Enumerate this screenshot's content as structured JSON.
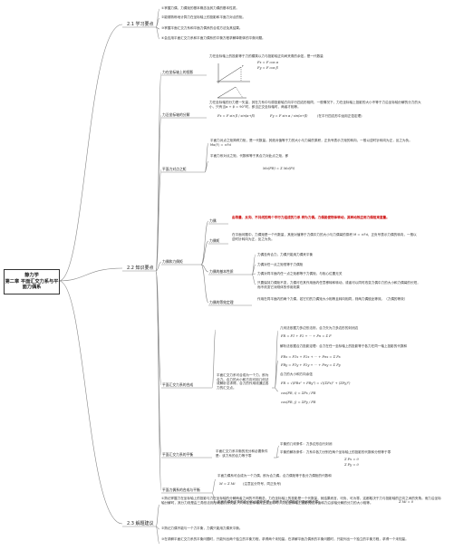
{
  "root": {
    "title": "静力学",
    "subtitle": "第二章 平面汇交力系与平面力偶系"
  },
  "sections": [
    {
      "label": "2.1 学习要点"
    },
    {
      "label": "2.2 知识要点"
    },
    {
      "label": "2.3 解题建议"
    }
  ],
  "study_points": [
    "①掌握力偶、力偶矩的基本概念及其力偶的基本性质。",
    "②能够熟练地计算力在坐标轴上的投影和平面力对点的矩。",
    "③掌握平面汇交力系和平面力偶系的合成方法及其结果。",
    "④会应用平面汇交力系和平面力偶系的平衡方程求解单刚体的平衡问题。"
  ],
  "knowledge": {
    "proj_label": "力在坐标轴上的投影",
    "proj_text": "力在坐标轴上的投影等于力的模乘以力与投影轴正向间夹角的余弦，是一代数量",
    "proj_formula1": "Fx = F cos α",
    "proj_formula2": "Fy = F cos β",
    "decomp_label": "力沿坐标轴的分解",
    "decomp_text": "力在坐标轴的分力是一矢量，其在力系中与原投影轴方向平行四边形相同，一般情况下，力在坐标轴上投影的大小不等于力沿坐标轴分解的分力的大小，只有当α + β = 90°时，即当正交坐标轴时，两者才相等。",
    "decomp_formula1": "Fx = F sin β / sin(α+β)",
    "decomp_formula2": "Fy = F sin α / sin(α+β)",
    "decomp_note": "(在平行四边形中运用正弦定理)",
    "moment_label": "平面力对点之矩",
    "moment_text1": "平面力对点之矩简称力矩，是一代数量。其绝对值等于力的大小与力臂的乘积，正负号表示力矩的转向，一般以逆时针转向为正，反之为负。Mo(F) = ±Fd",
    "moment_text2": "平面力系对点之矩，代数和等于其合力对此点之矩，即",
    "moment_formula": "Mo(FR) = Σ Mo(Fi)",
    "couple_label": "力偶和力偶矩",
    "couple_def_label": "力偶",
    "couple_def_text": "由等量、反向、不共线的两个平行力组成的力系 称为力偶。力偶能使物体转动，其转动效应用力偶矩来度量。",
    "couple_moment_label": "力偶矩",
    "couple_moment_text": "在平面问题中，力偶矩是一个代数量，其绝对值等于力偶中力的大小与力偶臂的乘积 M = ±Fd，正负号表示力偶的转向，一般以逆时针转向为正，反之为负。",
    "couple_props_label": "力偶的基本性质",
    "couple_props": [
      "力偶没有合力，力偶只能用力偶来平衡",
      "力偶对任一点之矩恒等于力偶矩",
      "力偶对同平面内任一点之矩都等于力偶矩，与矩心位置无关",
      "只要保持力偶矩不变，力偶可在其作用面内任意移转和转动，或者可以同时改变力偶中力的大小和力偶臂的长短，而不改变它对刚体的作用效果"
    ],
    "equiv_label": "力偶的等效定理",
    "equiv_text": "作用在同平面内的两个力偶，若它们的力偶矩大小相等且转向相同，则两力偶彼此等效。（力偶的等效）",
    "concurrent_label": "平面汇交力系的合成",
    "concurrent_text": "平面汇交力系可合成为一个力，即为合力。合力的大小和方向可用几何法或解析法求得，合力的作用线通过各力的汇交点。",
    "geo_method": "几何法依据力多边形法则，合力矢为力多边形的封闭边",
    "geo_formula": "FR = F1 + F2 + ··· + Fn = Σ F",
    "proj_theorem": "解析法依据合力投影定理：合力在任一坐标轴上的投影等于各力在同一轴上投影的代数和",
    "proj_theorem_f1": "FRx = F1x + F2x + ··· + Fnx = Σ Fx",
    "proj_theorem_f2": "FRy = F1y + F2y + ··· + Fny = Σ Fy",
    "resultant_note": "合力的大小和方向余弦",
    "resultant_f": "FR = √(FRx² + FRy²) = √((ΣFx)² + (ΣFy)²)",
    "cos_f1": "cos(FR, i) = ΣFx / FR",
    "cos_f2": "cos(FR, j) = ΣFy / FR",
    "equilibrium_label": "平面汇交力系的平衡",
    "equilibrium_text": "平面汇交力系平衡的充分和必要条件是：该力系的合力等于零",
    "equilibrium_geo": "平衡的几何条件：力多边形自行封闭",
    "equilibrium_ana": "平衡的解析条件：力系中各力分别在两个坐标轴上的投影的代数和分别等于零",
    "equilibrium_f1": "Σ Fx = 0",
    "equilibrium_f2": "Σ Fy = 0",
    "couple_sys_label": "平面力偶系的合成与平衡",
    "couple_comp_text": "平面力偶系可合成为一个力偶，即为合力偶。合力偶矩等于各分力偶矩的代数和",
    "couple_comp_f": "M = Σ Mi",
    "couple_comp_note": "(注意区分符号，同正负号)",
    "couple_eq_text": "平面力偶系平衡的充分和必要条件是：所有各分力偶矩的代数和等于零",
    "couple_eq_f": "Σ Mi = 0"
  },
  "suggestions": [
    "①熟记掌握力在坐标轴上的投影与力在坐标轴的分解两者之间的不同概念，力在坐标轴上的投影是一个代数量，就结果而言，可负、可为零，这都取决于力与投影轴的正向之间的夹角。而力沿坐标轴分解时，其分力则是由三角形法则所确定的分矢量，只有在坐标轴为正交坐标时，力在坐标轴上投影的绝对值和力沿该轴分解的分力的大小相等。",
    "②熟记力偶不能与一个力平衡，力偶只能用力偶来平衡。",
    "③在求解平面汇交力系的平衡问题时，只能列出两个独立的平衡方程，求得两个未知量。在求解平面力偶系的平衡问题时，只能列出一个独立的平衡方程，求得一个未知量。"
  ]
}
